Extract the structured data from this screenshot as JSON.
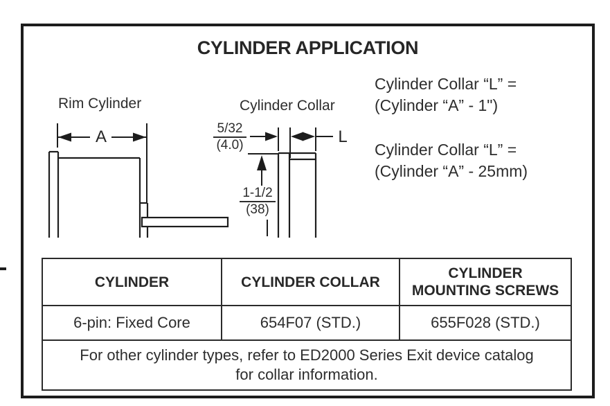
{
  "title": "CYLINDER APPLICATION",
  "diagram": {
    "rim_cylinder_label": "Rim Cylinder",
    "cylinder_collar_label": "Cylinder Collar",
    "dim_a_label": "A",
    "dim_l_label": "L",
    "flange_dim": {
      "inches": "5/32",
      "mm": "(4.0)"
    },
    "height_dim": {
      "inches": "1-1/2",
      "mm": "(38)"
    }
  },
  "formulas": [
    {
      "line1": "Cylinder Collar “L” =",
      "line2": "(Cylinder “A” - 1\")"
    },
    {
      "line1": "Cylinder Collar “L” =",
      "line2": "(Cylinder “A” - 25mm)"
    }
  ],
  "table": {
    "headers": [
      {
        "line1": "CYLINDER"
      },
      {
        "line1": "CYLINDER COLLAR"
      },
      {
        "line1": "CYLINDER",
        "line2": "MOUNTING SCREWS"
      }
    ],
    "rows": [
      {
        "cylinder": "6-pin: Fixed Core",
        "collar": "654F07 (STD.)",
        "screws": "655F028 (STD.)"
      }
    ],
    "note_line1": "For other cylinder types, refer to ED2000 Series Exit device catalog",
    "note_line2": "for collar information."
  },
  "colors": {
    "line": "#1d1d1d",
    "text": "#2d2d2d"
  }
}
